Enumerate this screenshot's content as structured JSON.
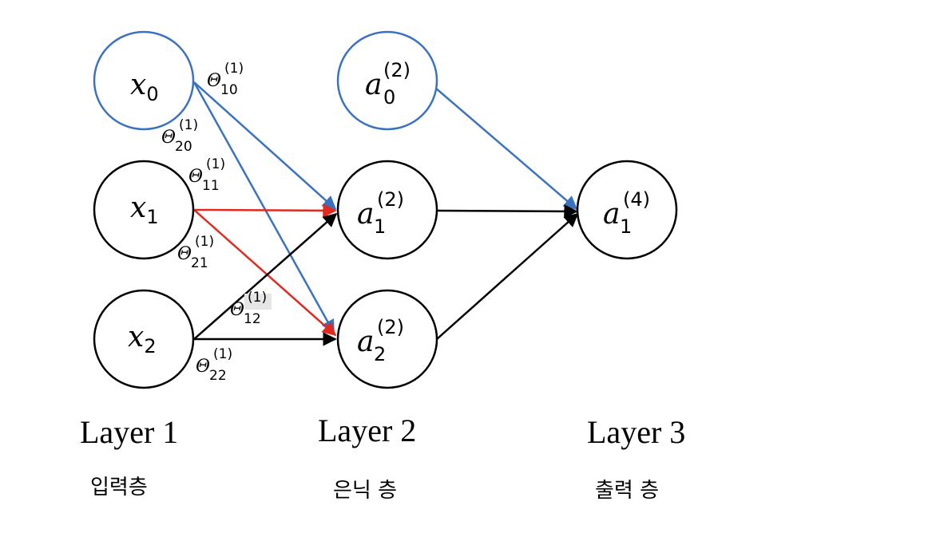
{
  "colors": {
    "blue": "#3a72c0",
    "red": "#e0291f",
    "black": "#000000"
  },
  "nodes": {
    "x0": {
      "base": "x",
      "sub": "0"
    },
    "x1": {
      "base": "x",
      "sub": "1"
    },
    "x2": {
      "base": "x",
      "sub": "2"
    },
    "a0": {
      "base": "a",
      "sub": "0",
      "sup": "(2)"
    },
    "a1": {
      "base": "a",
      "sub": "1",
      "sup": "(2)"
    },
    "a2": {
      "base": "a",
      "sub": "2",
      "sup": "(2)"
    },
    "out": {
      "base": "a",
      "sub": "1",
      "sup": "(4)"
    }
  },
  "weights": {
    "t10": {
      "base": "Θ",
      "sub": "10",
      "sup": "(1)"
    },
    "t20": {
      "base": "Θ",
      "sub": "20",
      "sup": "(1)"
    },
    "t11": {
      "base": "Θ",
      "sub": "11",
      "sup": "(1)"
    },
    "t21": {
      "base": "Θ",
      "sub": "21",
      "sup": "(1)"
    },
    "t12": {
      "base": "Θ",
      "sub": "12",
      "sup": "(1)"
    },
    "t22": {
      "base": "Θ",
      "sub": "22",
      "sup": "(1)"
    }
  },
  "layers": [
    {
      "title": "Layer 1",
      "subtitle": "입력층"
    },
    {
      "title": "Layer 2",
      "subtitle": "은닉 층"
    },
    {
      "title": "Layer 3",
      "subtitle": "출력 층"
    }
  ]
}
